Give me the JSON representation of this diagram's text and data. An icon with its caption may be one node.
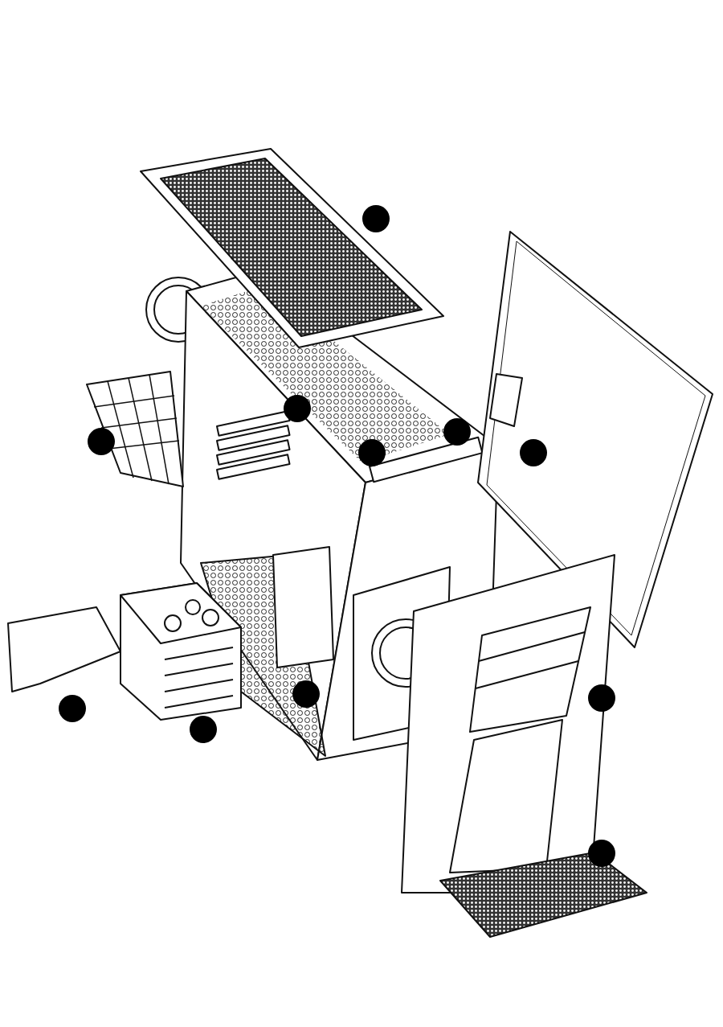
{
  "diagram": {
    "nodes": [
      {
        "text": [],
        "shape": "circle"
      },
      {
        "text": [],
        "shape": "circle"
      },
      {
        "text": [],
        "shape": "circle"
      },
      {
        "text": [],
        "shape": "circle"
      },
      {
        "text": [],
        "shape": "circle"
      },
      {
        "text": [],
        "shape": "circle"
      },
      {
        "text": [],
        "shape": "circle"
      },
      {
        "text": [],
        "shape": "circle"
      },
      {
        "text": [],
        "shape": "circle"
      },
      {
        "text": [],
        "shape": "circle"
      },
      {
        "text": [],
        "shape": "circle"
      }
    ]
  }
}
